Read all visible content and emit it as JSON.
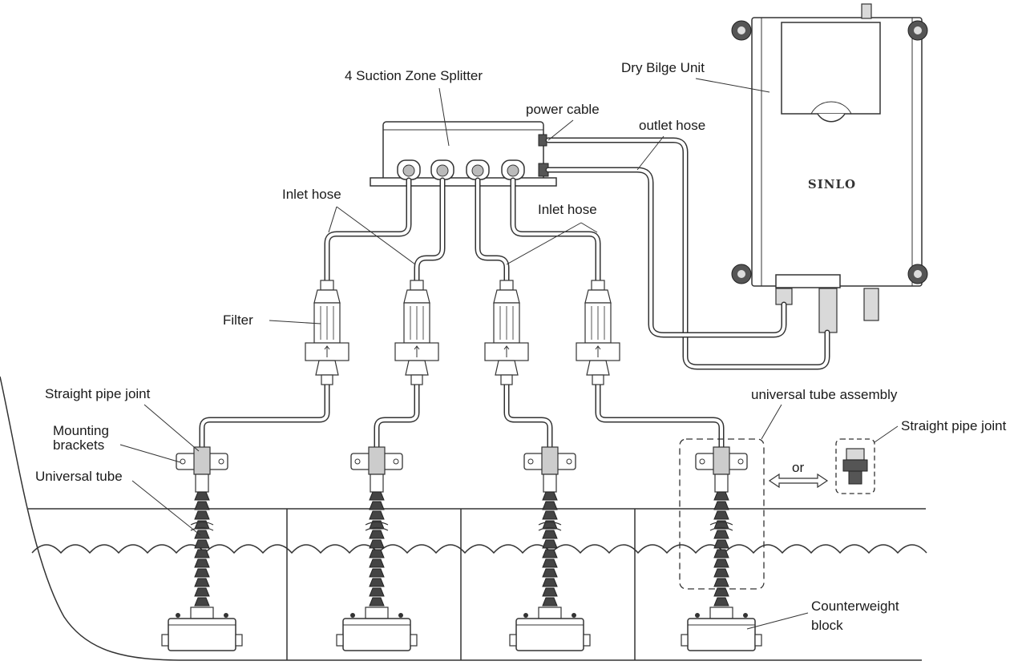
{
  "labels": {
    "splitter": "4 Suction Zone Splitter",
    "dry_bilge_unit": "Dry Bilge Unit",
    "power_cable": "power cable",
    "outlet_hose": "outlet hose",
    "inlet_hose_left": "Inlet hose",
    "inlet_hose_right": "Inlet hose",
    "filter": "Filter",
    "straight_pipe_joint_left": "Straight pipe joint",
    "mounting_brackets_line1": "Mounting",
    "mounting_brackets_line2": "brackets",
    "universal_tube": "Universal tube",
    "universal_tube_assembly": "universal tube assembly",
    "or": "or",
    "straight_pipe_joint_right": "Straight pipe joint",
    "counterweight_line1": "Counterweight",
    "counterweight_line2": "block",
    "brand": "SINLO"
  }
}
